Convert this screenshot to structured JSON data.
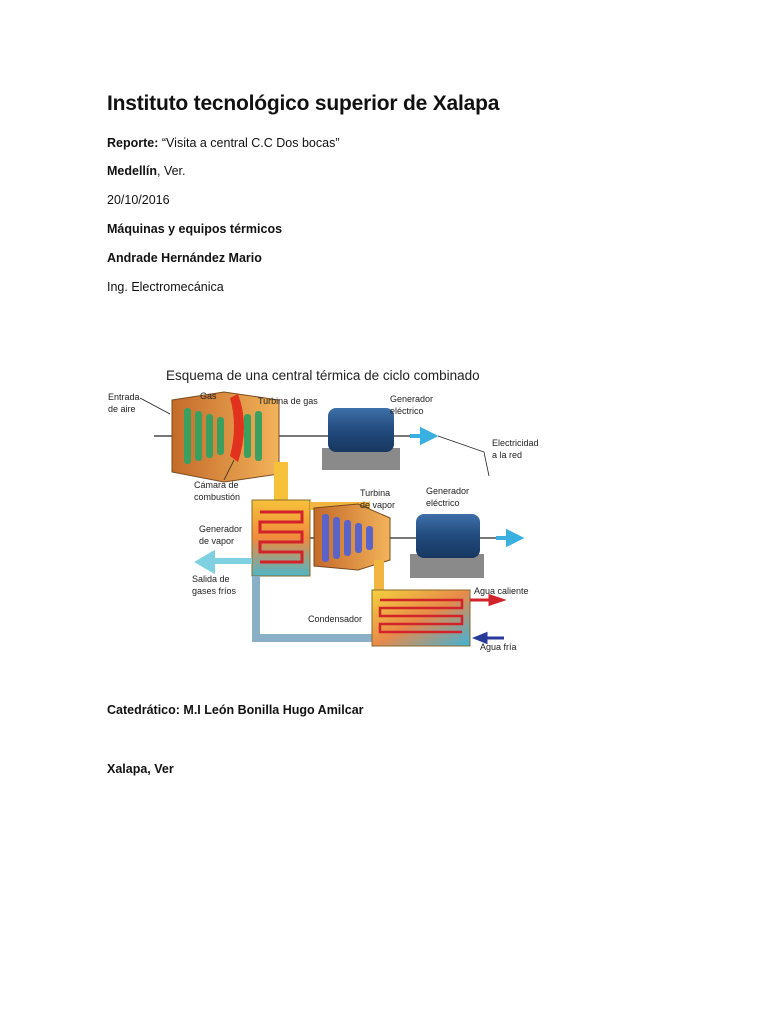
{
  "title": "Instituto tecnológico superior de Xalapa",
  "report": {
    "label": "Reporte:",
    "value": "“Visita a central C.C Dos bocas”"
  },
  "location": {
    "bold": "Medellín",
    "rest": ", Ver."
  },
  "date": "20/10/2016",
  "subject": "Máquinas y equipos térmicos",
  "author": "Andrade Hernández Mario",
  "career": "Ing. Electromecánica",
  "diagram": {
    "title": "Esquema de una central térmica de ciclo combinado",
    "labels": {
      "entrada_1": "Entrada",
      "entrada_2": "de aire",
      "gas": "Gas",
      "turbina_gas": "Turbina de gas",
      "gen1_1": "Generador",
      "gen1_2": "eléctrico",
      "elec_1": "Electricidad",
      "elec_2": "a la red",
      "camara_1": "Cámara de",
      "camara_2": "combustión",
      "turbina_vapor_1": "Turbina",
      "turbina_vapor_2": "de vapor",
      "gen2_1": "Generador",
      "gen2_2": "eléctrico",
      "genvapor_1": "Generador",
      "genvapor_2": "de vapor",
      "salida_1": "Salida de",
      "salida_2": "gases fríos",
      "agua_caliente": "Agua caliente",
      "condensador": "Condensador",
      "agua_fria": "Agua fría"
    }
  },
  "professor": {
    "label": "Catedrático:",
    "value": "M.I León Bonilla Hugo Amilcar"
  },
  "city": "Xalapa, Ver"
}
